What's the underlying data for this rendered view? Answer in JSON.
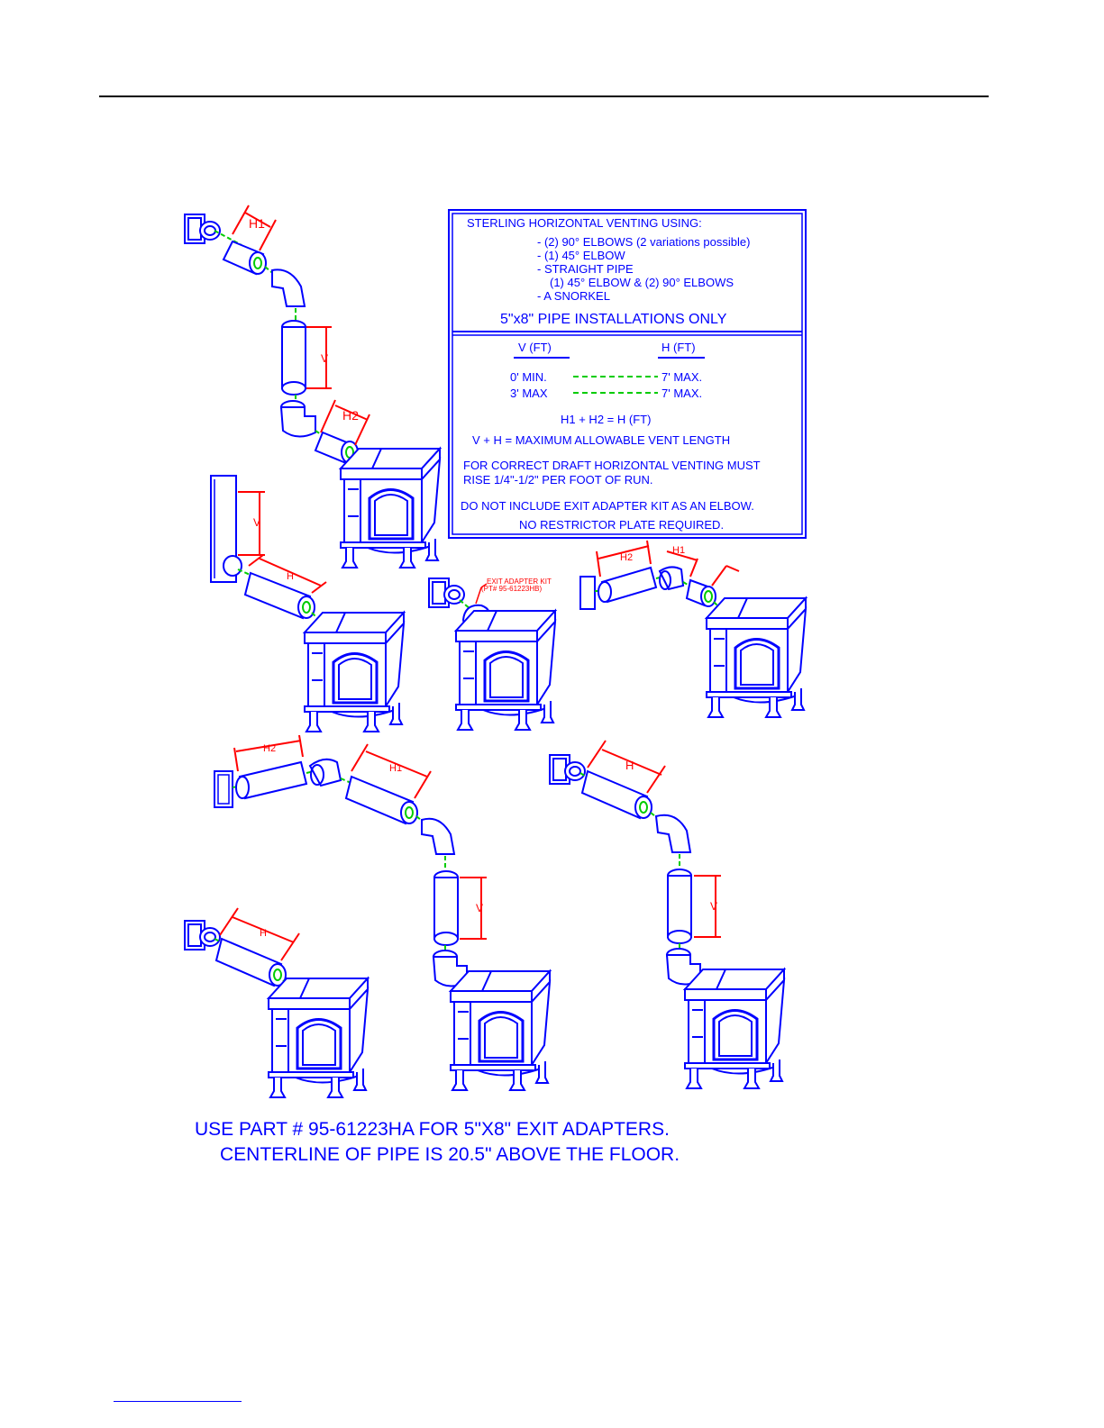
{
  "info_box": {
    "title": "STERLING HORIZONTAL VENTING USING:",
    "list": [
      "- (2) 90° ELBOWS (2 variations possible)",
      "- (1) 45° ELBOW",
      "- STRAIGHT PIPE",
      "(1) 45° ELBOW & (2) 90° ELBOWS",
      "- A SNORKEL"
    ],
    "installations": "5\"x8\" PIPE INSTALLATIONS ONLY",
    "v_header": "V (FT)",
    "h_header": "H (FT)",
    "rows": [
      {
        "v": "0' MIN.",
        "h": "7' MAX."
      },
      {
        "v": "3' MAX",
        "h": "7' MAX."
      }
    ],
    "formula1": "H1 + H2 = H (FT)",
    "formula2": "V + H = MAXIMUM ALLOWABLE VENT LENGTH",
    "note1_line1": "FOR CORRECT DRAFT HORIZONTAL VENTING MUST",
    "note1_line2": "RISE 1/4\"-1/2\" PER FOOT OF RUN.",
    "note2": "DO NOT INCLUDE EXIT ADAPTER KIT AS AN ELBOW.",
    "note3": "NO RESTRICTOR PLATE REQUIRED."
  },
  "labels": {
    "h1": "H1",
    "h2": "H2",
    "v": "V",
    "h": "H",
    "exit_kit_line1": "EXIT ADAPTER KIT",
    "exit_kit_line2": "(PT# 95-61223HB)"
  },
  "footer": {
    "line1": "USE PART # 95-61223HA FOR 5\"X8\" EXIT ADAPTERS.",
    "line2": "CENTERLINE OF PIPE IS 20.5\" ABOVE THE FLOOR."
  },
  "colors": {
    "outline": "#0000ff",
    "dimension": "#ff0000",
    "centerline": "#00cc00"
  }
}
